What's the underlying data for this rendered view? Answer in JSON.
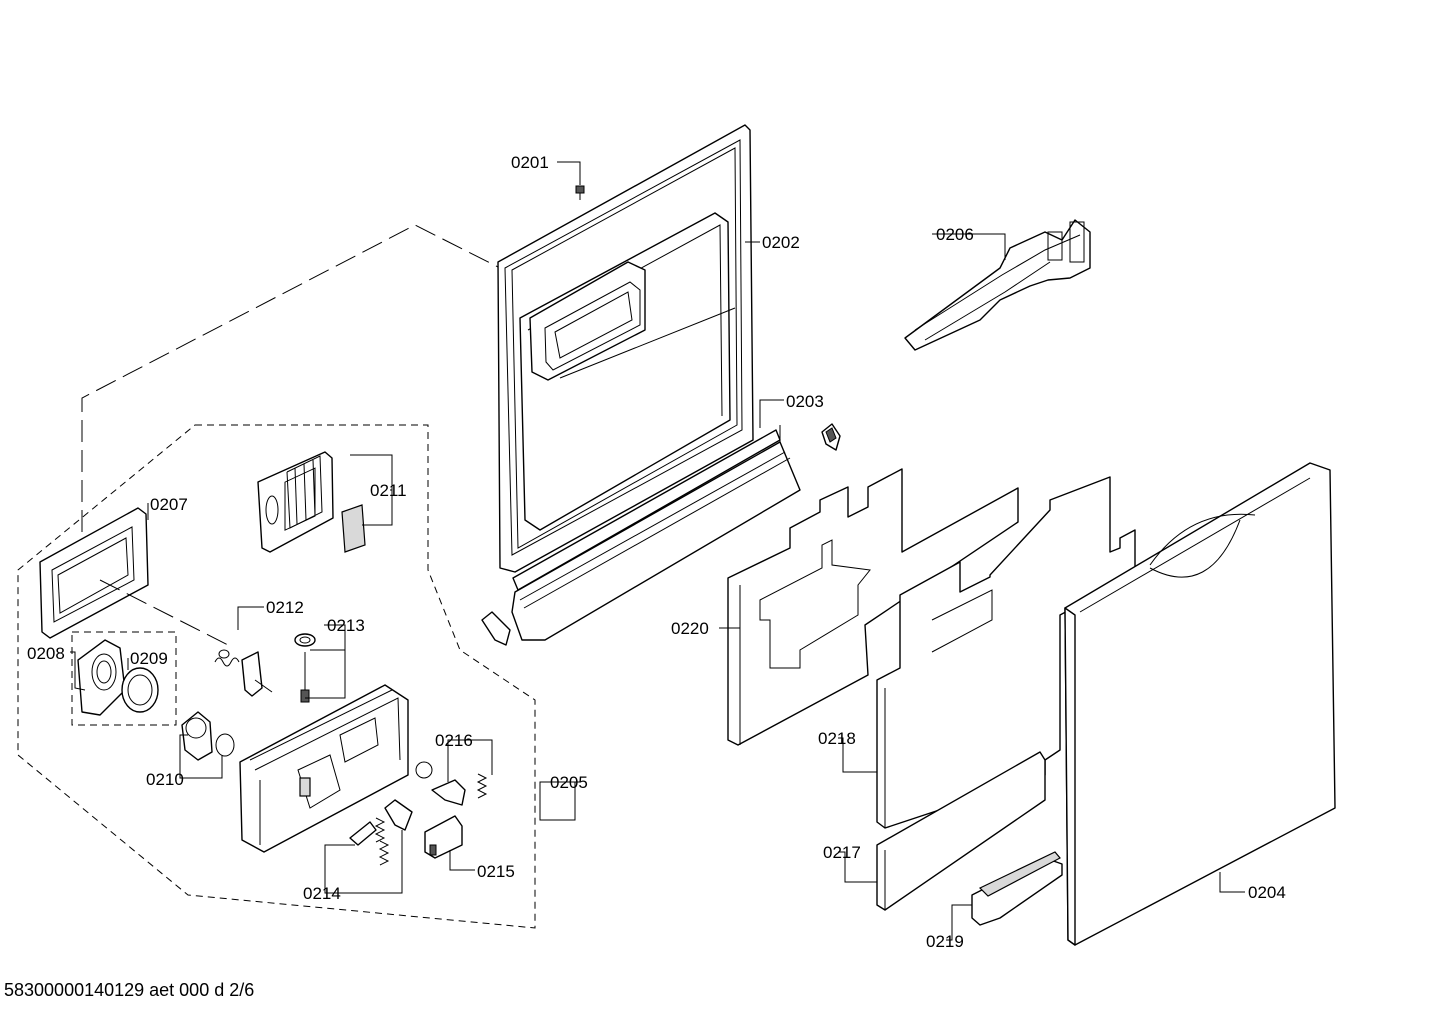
{
  "diagram": {
    "callouts": [
      {
        "id": "0201",
        "label": "0201"
      },
      {
        "id": "0202",
        "label": "0202"
      },
      {
        "id": "0203",
        "label": "0203"
      },
      {
        "id": "0204",
        "label": "0204"
      },
      {
        "id": "0205",
        "label": "0205"
      },
      {
        "id": "0206",
        "label": "0206"
      },
      {
        "id": "0207",
        "label": "0207"
      },
      {
        "id": "0208",
        "label": "0208"
      },
      {
        "id": "0209",
        "label": "0209"
      },
      {
        "id": "0210",
        "label": "0210"
      },
      {
        "id": "0211",
        "label": "0211"
      },
      {
        "id": "0212",
        "label": "0212"
      },
      {
        "id": "0213",
        "label": "0213"
      },
      {
        "id": "0214",
        "label": "0214"
      },
      {
        "id": "0215",
        "label": "0215"
      },
      {
        "id": "0216",
        "label": "0216"
      },
      {
        "id": "0217",
        "label": "0217"
      },
      {
        "id": "0218",
        "label": "0218"
      },
      {
        "id": "0219",
        "label": "0219"
      },
      {
        "id": "0220",
        "label": "0220"
      }
    ]
  },
  "footer": {
    "code": "58300000140129 aet 000 d 2/6"
  }
}
